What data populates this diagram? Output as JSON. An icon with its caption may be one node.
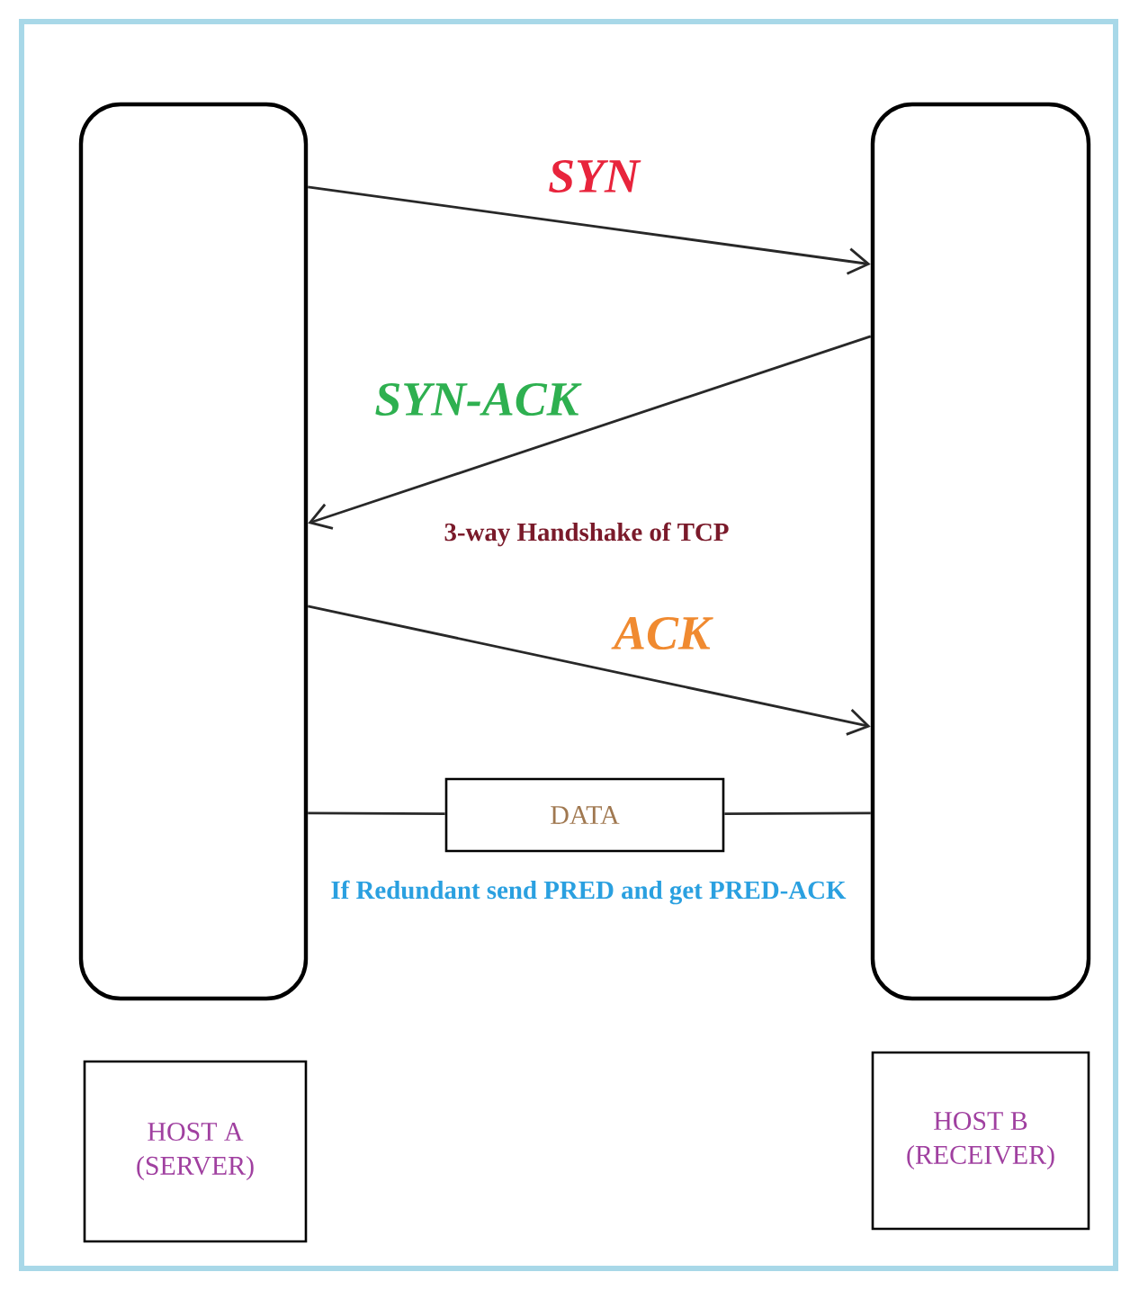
{
  "diagram": {
    "nodes": [
      {
        "text": [],
        "shape": "box"
      },
      {
        "text": [],
        "shape": "box"
      },
      {
        "text": [
          "DATA"
        ]
      },
      {
        "text": [
          "HOST A (SERVER)"
        ]
      },
      {
        "text": [
          "HOST B (RECEIVER)"
        ]
      }
    ],
    "edges": [
      {
        "from": 0,
        "to": 1,
        "arrow": "to",
        "label": "SYN"
      },
      {
        "from": 1,
        "to": 0,
        "arrow": "to",
        "label": "SYN-ACK"
      },
      {
        "from": 0,
        "to": 1,
        "arrow": "to",
        "label": "ACK"
      },
      {
        "from": 0,
        "to": 2,
        "arrow": "none"
      },
      {
        "from": 2,
        "to": 1,
        "arrow": "none"
      }
    ],
    "labels": [
      "3-way Handshake of TCP",
      "If Redundant send PRED and get PRED-ACK"
    ]
  }
}
